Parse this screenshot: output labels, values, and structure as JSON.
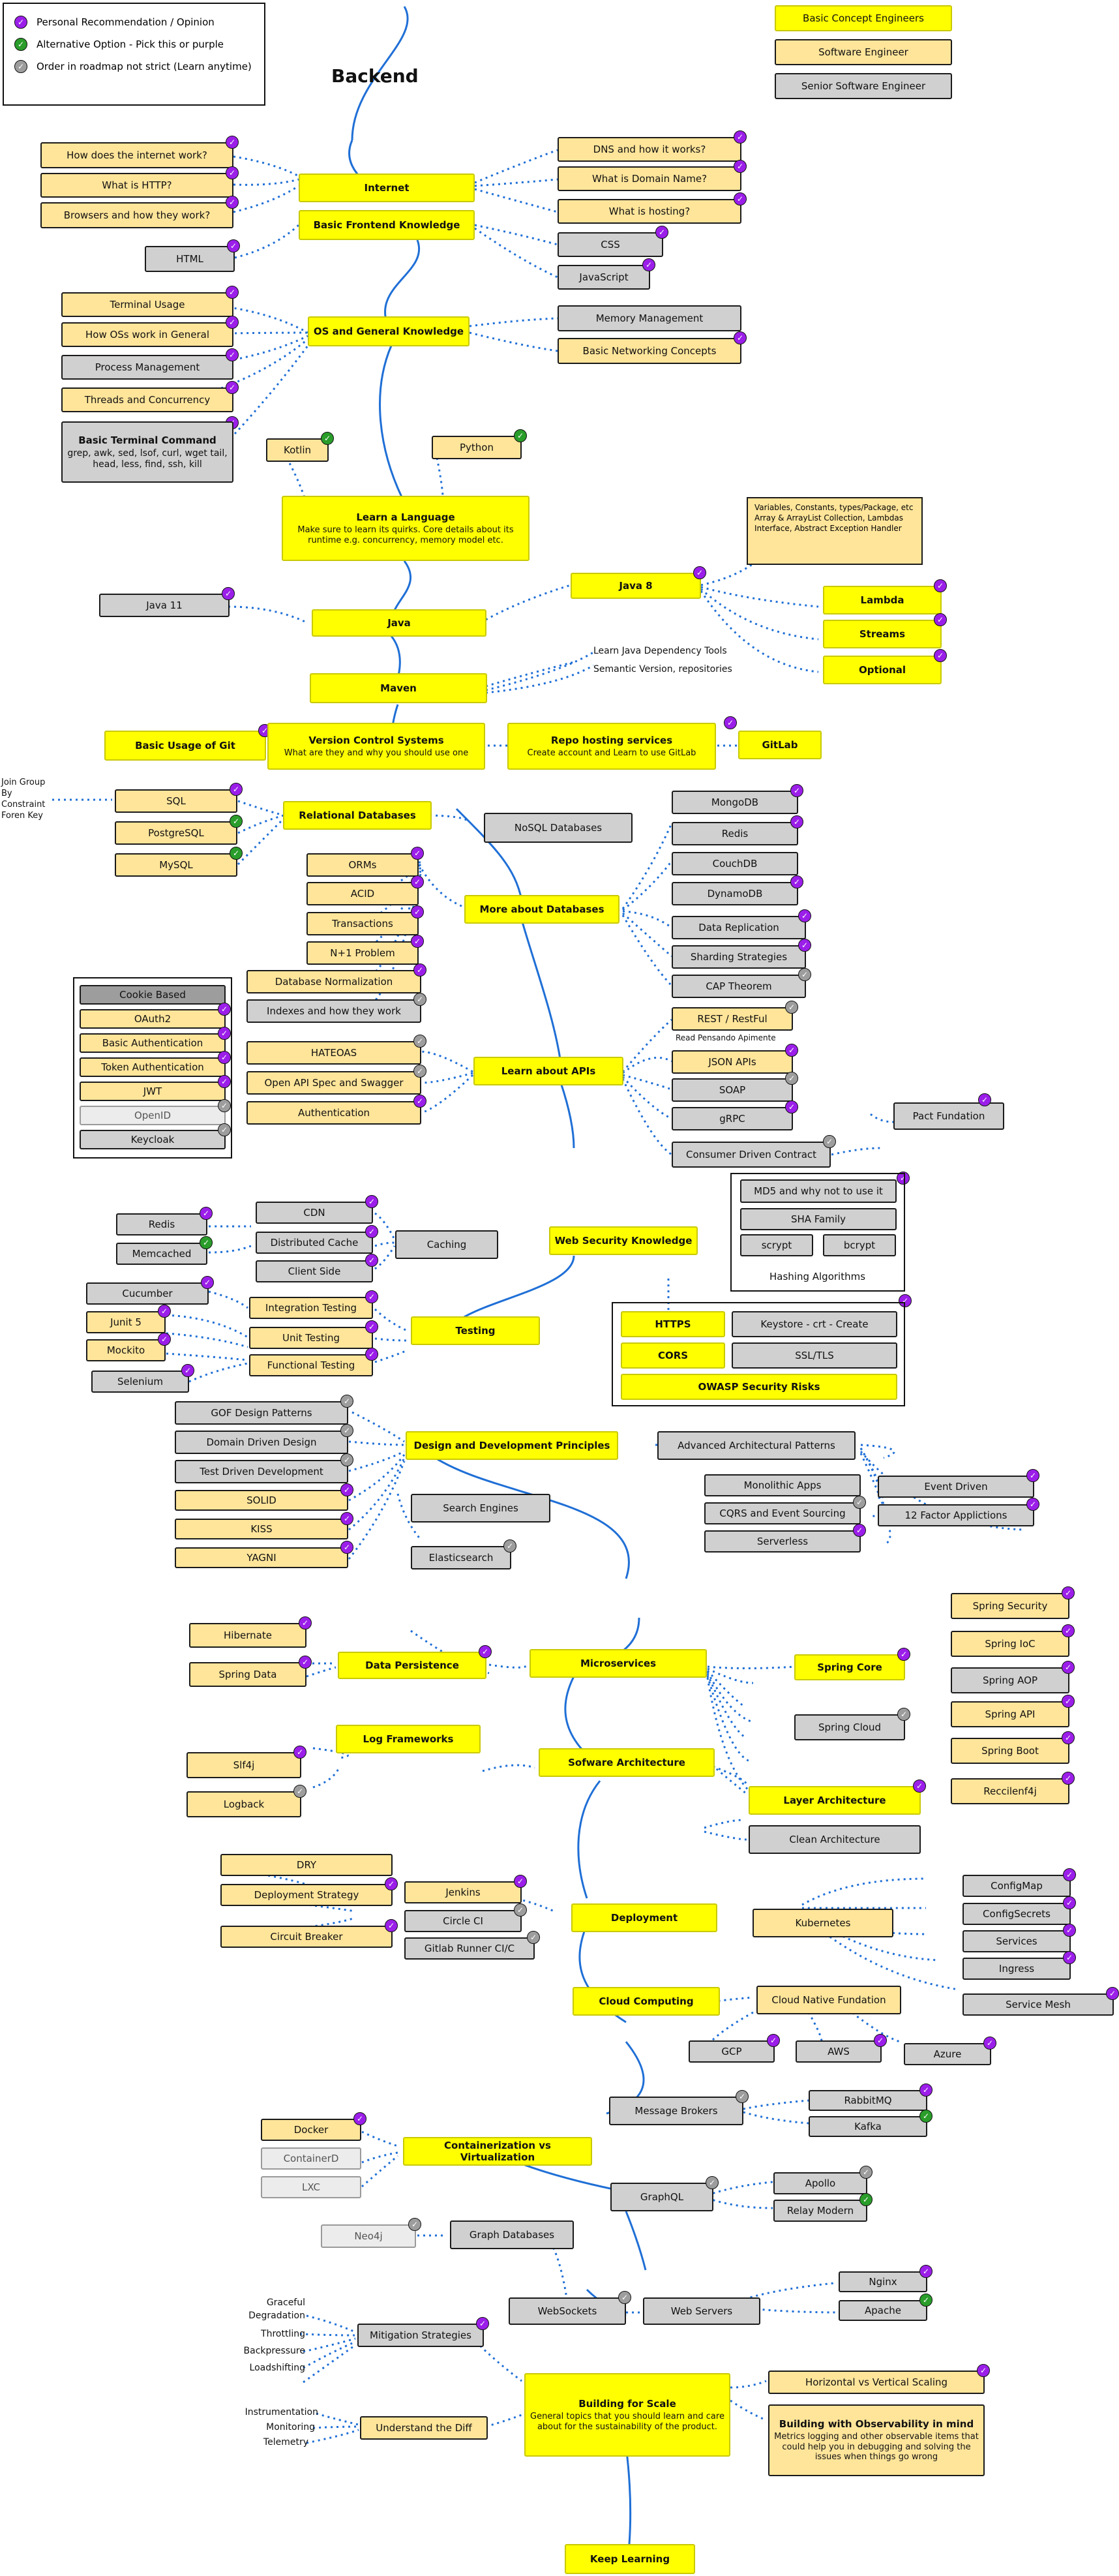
{
  "title": "Backend",
  "legend": [
    {
      "text": "Personal Recommendation / Opinion",
      "color": "#9b1ee9"
    },
    {
      "text": "Alternative Option - Pick this or purple",
      "color": "#2a9d2a"
    },
    {
      "text": "Order in roadmap not strict (Learn anytime)",
      "color": "#9d9d9d"
    }
  ],
  "level_legend": {
    "basic": "Basic Concept Engineers",
    "software": "Software Engineer",
    "senior": "Senior Software Engineer"
  },
  "nodes": {
    "internet": "Internet",
    "basic_frontend": "Basic Frontend Knowledge",
    "how_internet_works": "How does the internet work?",
    "what_is_http": "What is HTTP?",
    "browsers": "Browsers and how they work?",
    "html": "HTML",
    "dns": "DNS and how it works?",
    "domain_name": "What is Domain Name?",
    "hosting": "What is hosting?",
    "css": "CSS",
    "javascript": "JavaScript",
    "os_general": "OS and General Knowledge",
    "terminal_usage": "Terminal Usage",
    "how_oss_work": "How OSs work in General",
    "process_mgmt": "Process Management",
    "threads": "Threads and Concurrency",
    "terminal_cmd_title": "Basic Terminal Command",
    "terminal_cmd_body": "grep, awk, sed, lsof, curl, wget tail, head, less, find, ssh, kill",
    "memory_mgmt": "Memory Management",
    "networking": "Basic Networking Concepts",
    "kotlin": "Kotlin",
    "python": "Python",
    "learn_language_title": "Learn a Language",
    "learn_language_desc": "Make sure to learn its quirks. Core details about its runtime e.g. concurrency, memory model etc.",
    "java": "Java",
    "java11": "Java 11",
    "java8": "Java 8",
    "java8_note": "Variables, Constants, types/Package, etc Array & ArrayList Collection, Lambdas Interface, Abstract Exception Handler",
    "lambda": "Lambda",
    "streams": "Streams",
    "optional": "Optional",
    "maven": "Maven",
    "maven_note1": "Learn Java Dependency Tools",
    "maven_note2": "Semantic Version, repositories",
    "vcs_title": "Version Control Systems",
    "vcs_desc": "What are they and why you should use one",
    "git_basic": "Basic Usage of Git",
    "repo_hosting_title": "Repo hosting services",
    "repo_hosting_desc": "Create account and Learn to use GitLab",
    "gitlab": "GitLab",
    "relational_db": "Relational Databases",
    "sql_note": "Join Group By Constraint Foren Key",
    "sql": "SQL",
    "postgresql": "PostgreSQL",
    "mysql": "MySQL",
    "nosql": "NoSQL Databases",
    "mongodb": "MongoDB",
    "redis_db": "Redis",
    "couchdb": "CouchDB",
    "dynamodb": "DynamoDB",
    "more_db": "More about Databases",
    "orms": "ORMs",
    "acid": "ACID",
    "transactions": "Transactions",
    "n_plus_1": "N+1 Problem",
    "normalization": "Database Normalization",
    "indexes": "Indexes and how they work",
    "data_replication": "Data Replication",
    "sharding": "Sharding Strategies",
    "cap": "CAP Theorem",
    "auth_cookie": "Cookie Based",
    "auth_oauth2": "OAuth2",
    "auth_basic": "Basic Authentication",
    "auth_token": "Token Authentication",
    "auth_jwt": "JWT",
    "auth_openid": "OpenID",
    "auth_keycloak": "Keycloak",
    "apis": "Learn about APIs",
    "hateoas": "HATEOAS",
    "openapi": "Open API Spec and Swagger",
    "authentication": "Authentication",
    "rest": "REST / RestFul",
    "rest_note": "Read Pensando Apimente",
    "json_apis": "JSON APIs",
    "soap": "SOAP",
    "grpc": "gRPC",
    "contract": "Consumer Driven Contract",
    "pact": "Pact Fundation",
    "cdn": "CDN",
    "redis": "Redis",
    "memcached": "Memcached",
    "distributed_cache": "Distributed Cache",
    "client_side": "Client Side",
    "caching": "Caching",
    "web_security": "Web Security Knowledge",
    "md5": "MD5 and why not to use it",
    "sha": "SHA Family",
    "scrypt": "scrypt",
    "bcrypt": "bcrypt",
    "hashing": "Hashing Algorithms",
    "https": "HTTPS",
    "keystore": "Keystore - crt - Create",
    "cors": "CORS",
    "ssl": "SSL/TLS",
    "owasp": "OWASP Security Risks",
    "testing": "Testing",
    "cucumber": "Cucumber",
    "junit5": "Junit 5",
    "mockito": "Mockito",
    "selenium": "Selenium",
    "integration_testing": "Integration Testing",
    "unit_testing": "Unit Testing",
    "functional_testing": "Functional Testing",
    "design_principles": "Design and Development Principles",
    "gof": "GOF Design Patterns",
    "ddd": "Domain Driven Design",
    "tdd": "Test Driven Development",
    "solid": "SOLID",
    "kiss": "KISS",
    "yagni": "YAGNI",
    "search_engines": "Search Engines",
    "elasticsearch": "Elasticsearch",
    "adv_patterns": "Advanced Architectural Patterns",
    "monolithic": "Monolithic Apps",
    "cqrs": "CQRS and Event Sourcing",
    "serverless": "Serverless",
    "event_driven": "Event Driven",
    "twelve_factor": "12 Factor Applictions",
    "microservices": "Microservices",
    "hibernate": "Hibernate",
    "spring_data": "Spring Data",
    "data_persistence": "Data Persistence",
    "log_frameworks": "Log Frameworks",
    "slf4j": "Slf4j",
    "logback": "Logback",
    "spring_core": "Spring Core",
    "spring_cloud": "Spring Cloud",
    "spring_security": "Spring Security",
    "spring_ioc": "Spring IoC",
    "spring_aop": "Spring AOP",
    "spring_api": "Spring API",
    "spring_boot": "Spring Boot",
    "resilience4j": "Reccilenf4j",
    "software_arch": "Sofware Architecture",
    "layer_arch": "Layer Architecture",
    "clean_arch": "Clean Architecture",
    "dry": "DRY",
    "deploy_strategy": "Deployment Strategy",
    "circuit_breaker": "Circuit Breaker",
    "jenkins": "Jenkins",
    "circle_ci": "Circle CI",
    "gitlab_runner": "Gitlab Runner CI/C",
    "deployment": "Deployment",
    "kubernetes": "Kubernetes",
    "configmap": "ConfigMap",
    "configsecrets": "ConfigSecrets",
    "services": "Services",
    "ingress": "Ingress",
    "service_mesh": "Service Mesh",
    "cloud_computing": "Cloud Computing",
    "cloud_native": "Cloud Native Fundation",
    "gcp": "GCP",
    "aws": "AWS",
    "azure": "Azure",
    "message_brokers": "Message Brokers",
    "rabbitmq": "RabbitMQ",
    "kafka": "Kafka",
    "docker": "Docker",
    "containerd": "ContainerD",
    "lxc": "LXC",
    "containers": "Containerization vs Virtualization",
    "graphql": "GraphQL",
    "apollo": "Apollo",
    "relay": "Relay Modern",
    "neo4j": "Neo4j",
    "graph_db": "Graph Databases",
    "websockets": "WebSockets",
    "web_servers": "Web Servers",
    "nginx": "Nginx",
    "apache": "Apache",
    "mitigation": "Mitigation Strategies",
    "understand_diff": "Understand the Diff",
    "scale_title": "Building for Scale",
    "scale_desc": "General topics that you should learn and care about for the sustainability of the product.",
    "horizontal_vertical": "Horizontal vs Vertical Scaling",
    "observability_title": "Building with Observability in mind",
    "observability_desc": "Metrics logging and other observable items that could help you in debugging and solving the issues when things go wrong",
    "keep_learning": "Keep Learning"
  },
  "side_labels": {
    "graceful": "Graceful",
    "degradation": "Degradation",
    "throttling": "Throttling",
    "backpressure": "Backpressure",
    "loadshifting": "Loadshifting",
    "instrumentation": "Instrumentation",
    "monitoring": "Monitoring",
    "telemetry": "Telemetry"
  },
  "colors": {
    "basic": "#ffff00",
    "software": "#ffe59a",
    "senior": "#d0d0d0",
    "recommendation": "#9b1ee9",
    "alternative": "#2a9d2a",
    "any_order": "#9d9d9d",
    "connector": "#1f6fd6"
  }
}
